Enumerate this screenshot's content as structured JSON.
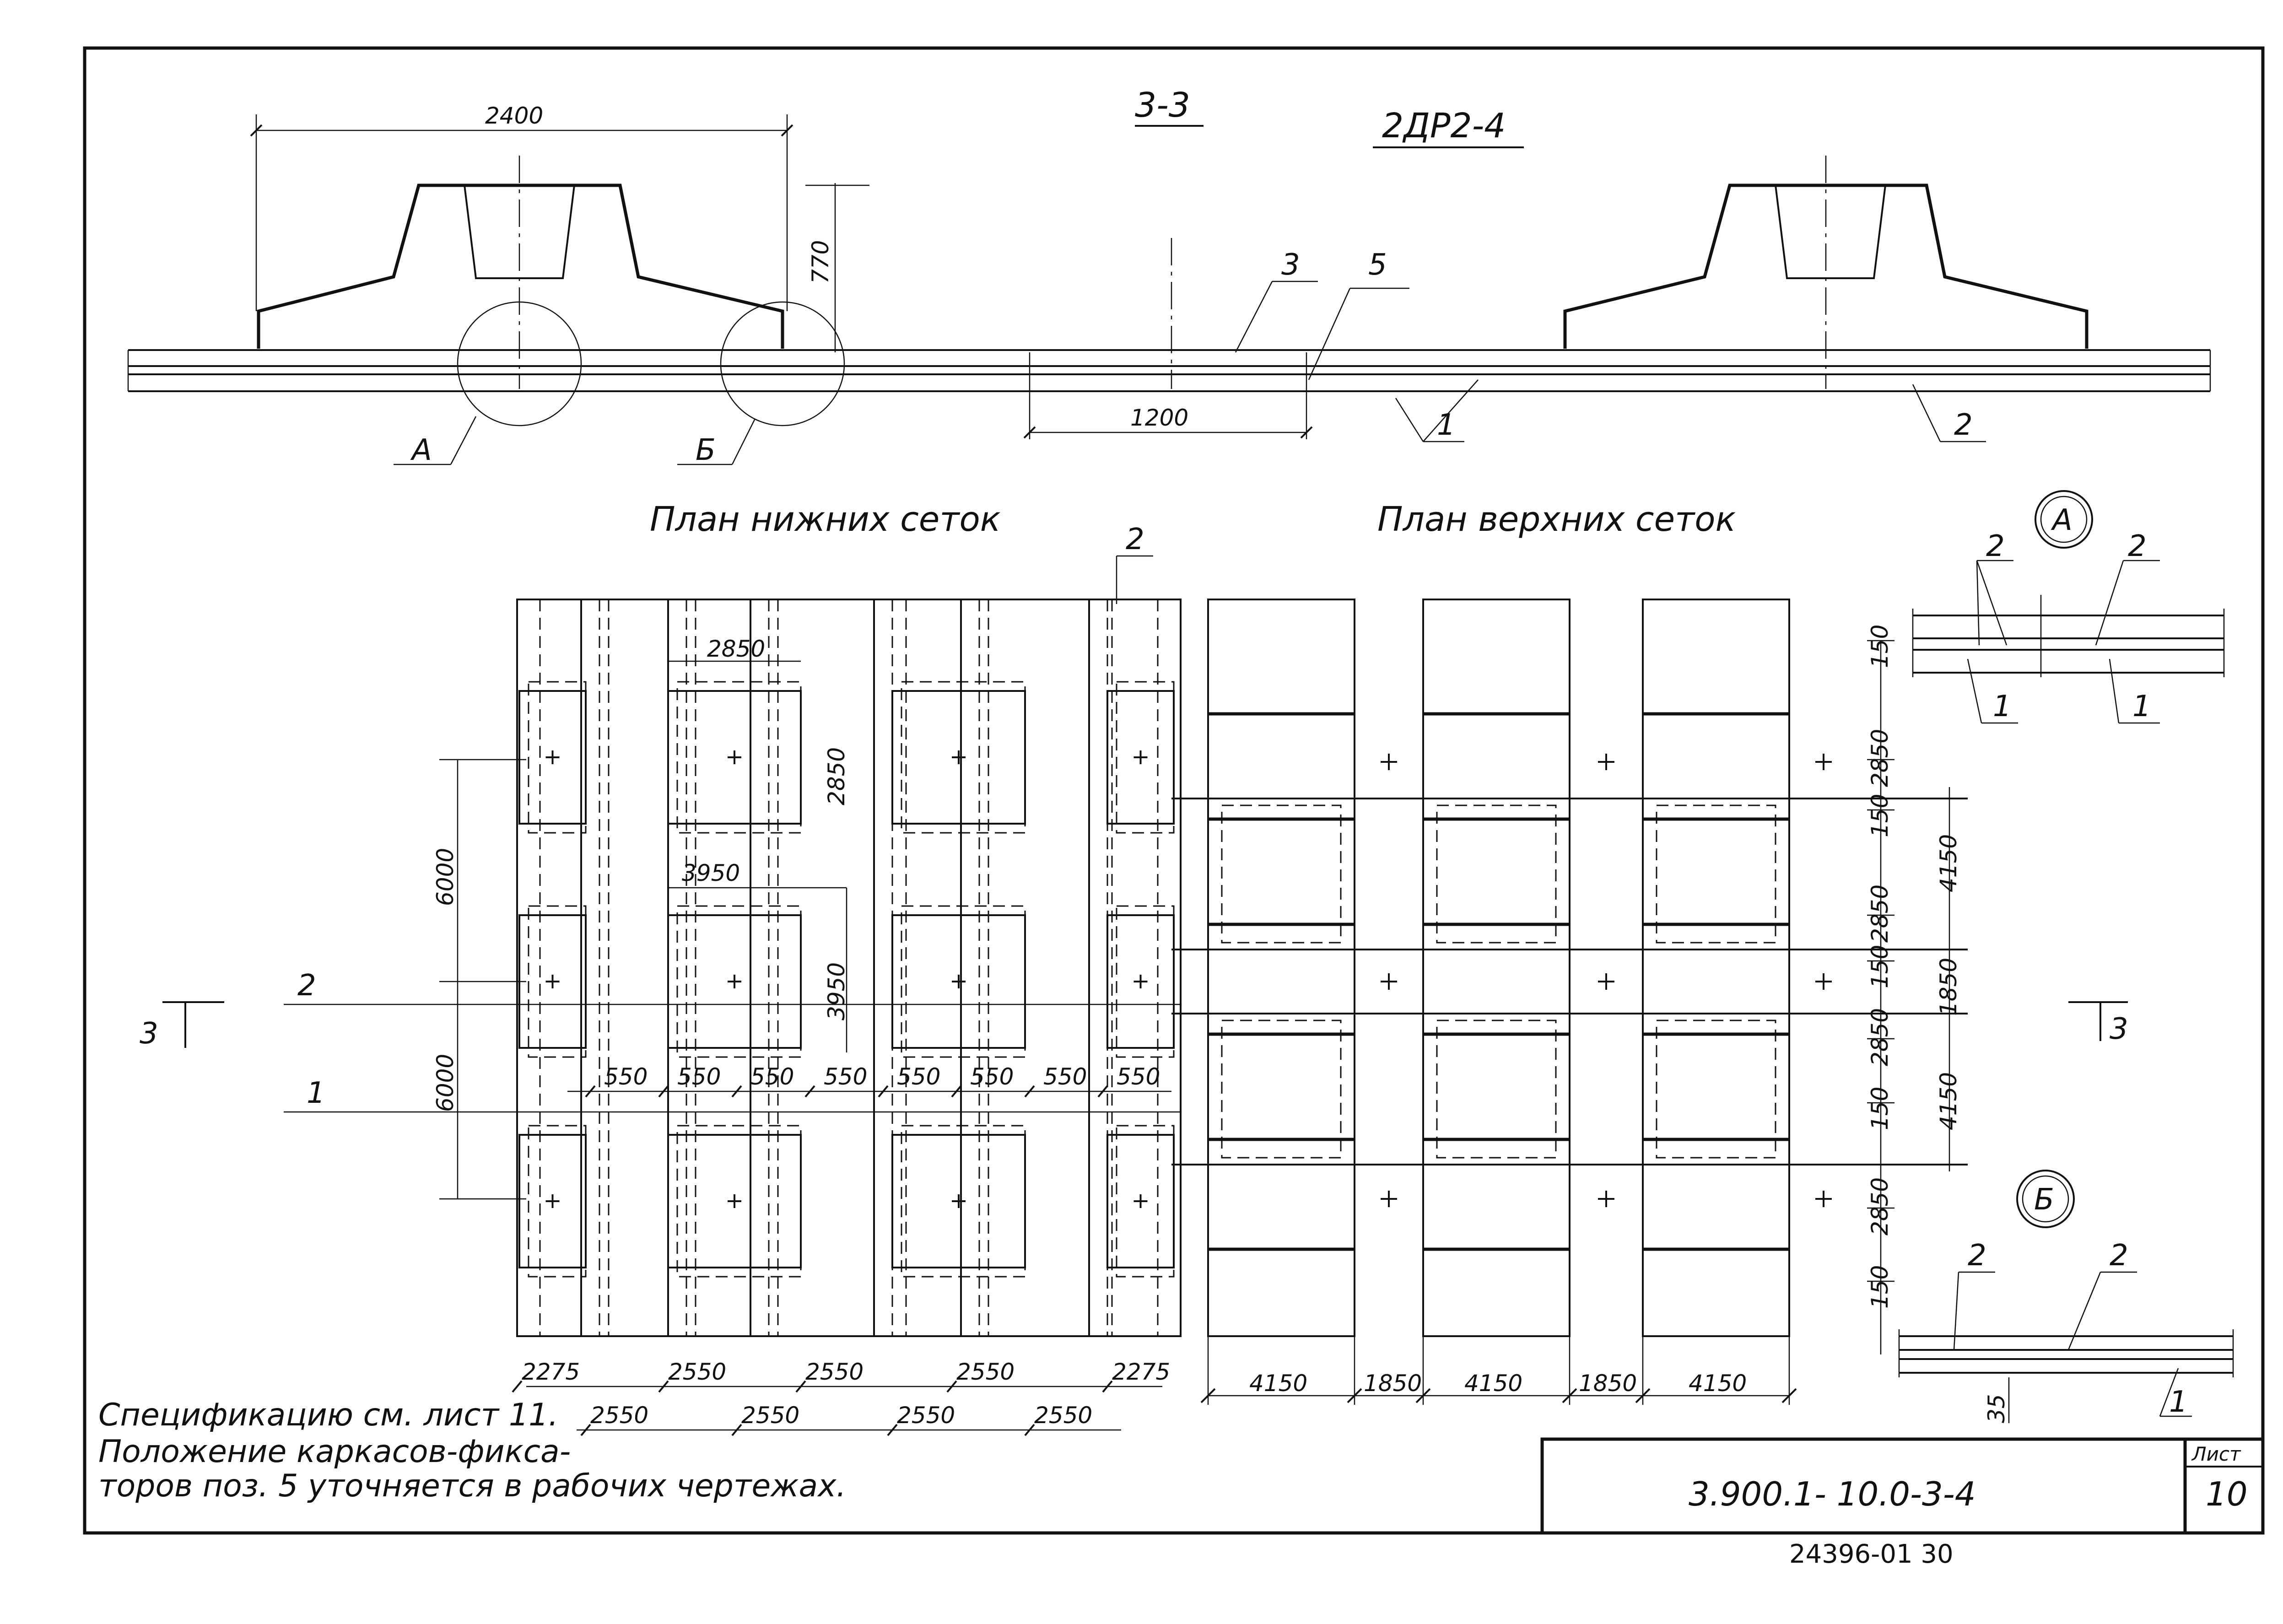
{
  "section": {
    "label": "3-3",
    "mark": "2ДР2-4",
    "dims": {
      "width": "2400",
      "height": "770",
      "gap": "1200"
    },
    "positions": [
      "3",
      "5",
      "1",
      "2"
    ],
    "callouts": [
      "А",
      "Б"
    ]
  },
  "plans": {
    "lower_title": "План нижних сеток",
    "upper_title": "План верхних сеток",
    "lower_top_pos": "2",
    "axes": [
      "2",
      "1"
    ],
    "cut_marks": [
      "3",
      "3"
    ],
    "lower_dims": {
      "pad_w": "2850",
      "pad_h": "2850",
      "pad_w2": "3950",
      "pad_h2": "3950",
      "step": "6000",
      "step2": "6000",
      "bay": "550",
      "bottom_top": [
        "2275",
        "2550",
        "2550",
        "2550",
        "2275"
      ],
      "bottom_bot": [
        "2550",
        "2550",
        "2550",
        "2550"
      ]
    },
    "upper_dims": {
      "bottom": [
        "4150",
        "1850",
        "4150",
        "1850",
        "4150"
      ],
      "right_col1": [
        "150",
        "2850",
        "150",
        "2850",
        "150",
        "2850",
        "150",
        "2850",
        "150"
      ],
      "right_col2": [
        "4150",
        "1850",
        "4150"
      ]
    }
  },
  "details": {
    "A": {
      "label": "А",
      "positions": [
        "2",
        "2",
        "1",
        "1"
      ]
    },
    "B": {
      "label": "Б",
      "positions": [
        "2",
        "2",
        "1"
      ],
      "dim": "35"
    }
  },
  "notes": [
    "Спецификацию см. лист 11.",
    "Положение каркасов-фикса-",
    "торов поз. 5 уточняется  в рабочих чертежах."
  ],
  "title_block": {
    "sheet_label": "Лист",
    "sheet_number": "10",
    "drawing_code": "3.900.1- 10.0-3-4",
    "archive": "24396-01   30"
  }
}
